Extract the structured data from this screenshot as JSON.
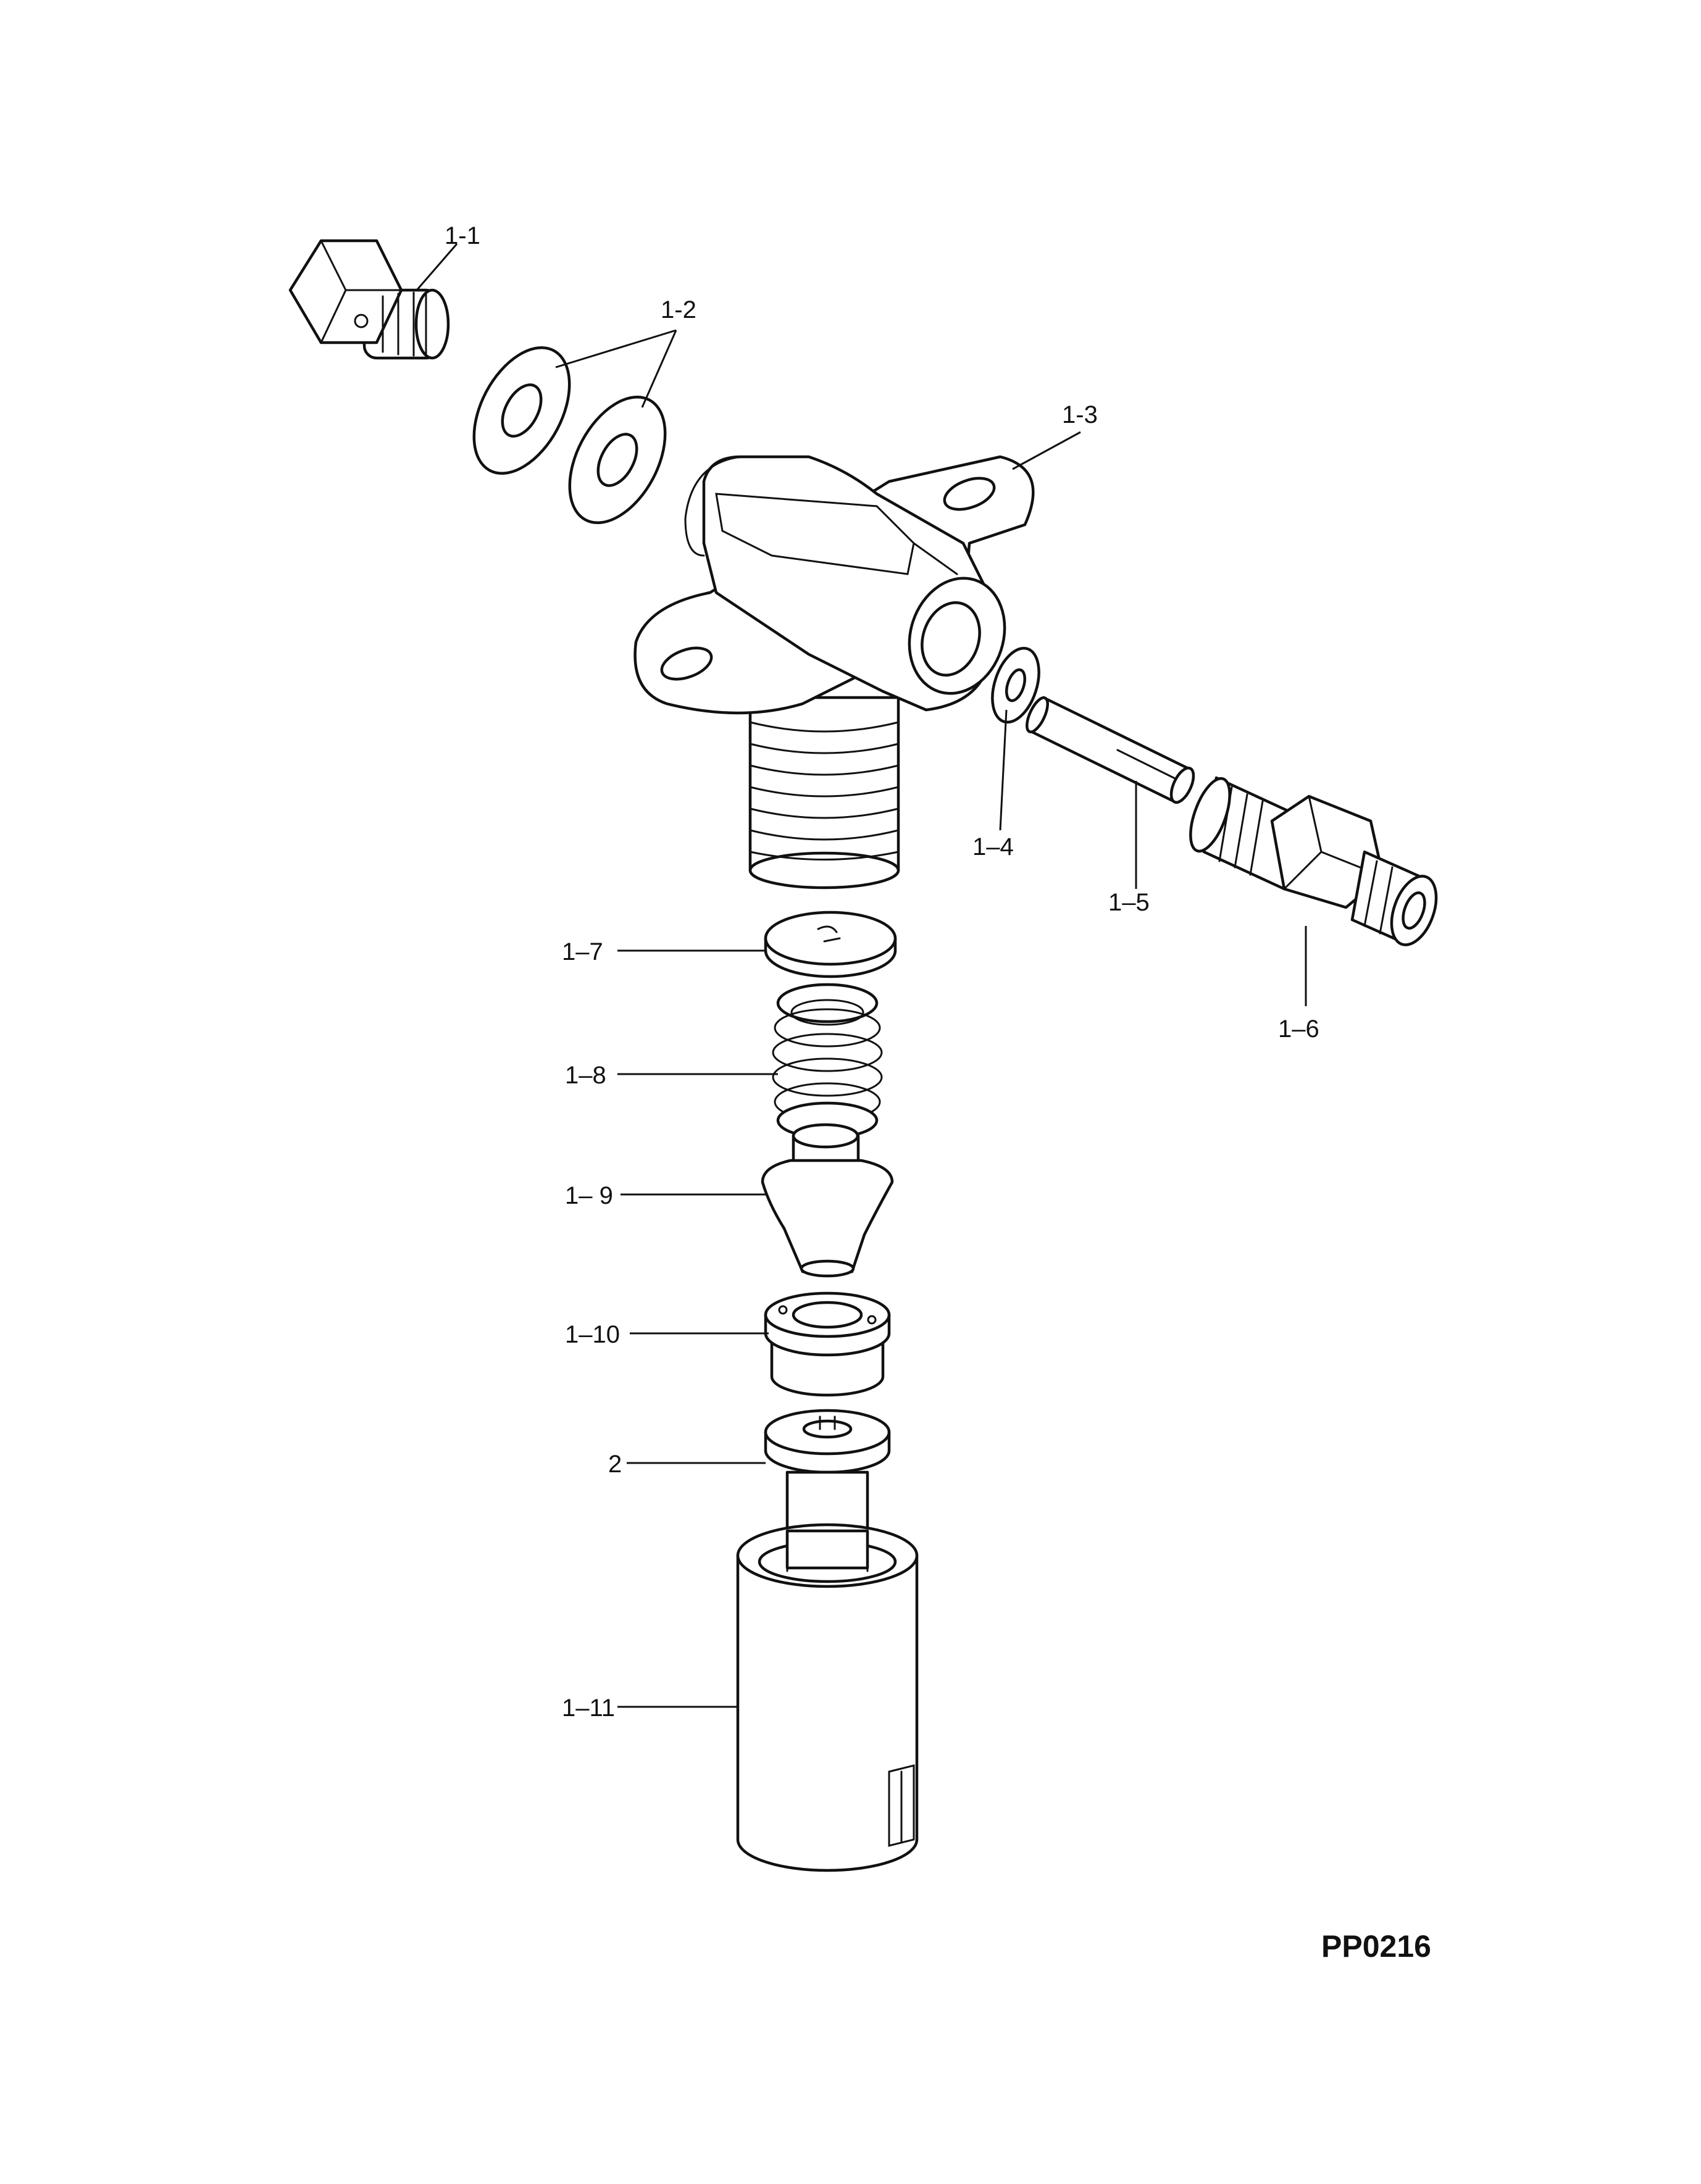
{
  "drawing_code": "PP0216",
  "callouts": {
    "c1_1": "1-1",
    "c1_2": "1-2",
    "c1_3": "1-3",
    "c1_4": "1–4",
    "c1_5": "1–5",
    "c1_6": "1–6",
    "c1_7": "1–7",
    "c1_8": "1–8",
    "c1_9": "1– 9",
    "c1_10": "1–10",
    "c2": "2",
    "c1_11": "1–11"
  }
}
